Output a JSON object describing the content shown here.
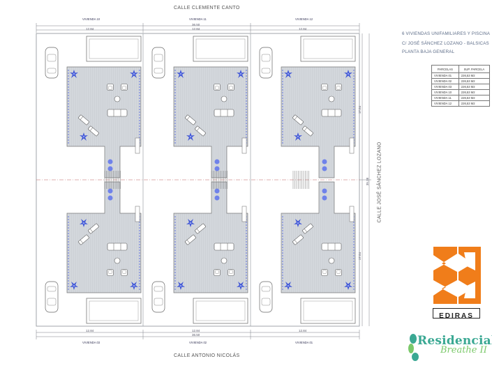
{
  "streets": {
    "top": "CALLE CLEMENTE CANTO",
    "bottom": "CALLE ANTONIO NICOLÁS",
    "right": "CALLE JOSÉ SÁNCHEZ LOZANO"
  },
  "dimensions": {
    "total_width": "36.50",
    "lot_width": "12.84",
    "half_depth": "17.84",
    "total_depth": "35.38"
  },
  "top_labels": [
    "VIVIENDA 10",
    "VIVIENDA 11",
    "VIVIENDA 12"
  ],
  "bottom_labels": [
    "VIVIENDA 03",
    "VIVIENDA 02",
    "VIVIENDA 01"
  ],
  "title_lines": [
    "6 VIVIENDAS UNIFAMILIARES Y PISCINA",
    "C/ JOSÉ SÁNCHEZ LOZANO - BALSICAS",
    "PLANTA BAJA GENERAL"
  ],
  "parcel_table": {
    "headers": [
      "PARCELAS",
      "SUP. PARCELA"
    ],
    "rows": [
      [
        "VIVIENDA 01",
        "226,53 M2"
      ],
      [
        "VIVIENDA 02",
        "226,53 M2"
      ],
      [
        "VIVIENDA 03",
        "226,53 M2"
      ],
      [
        "VIVIENDA 10",
        "226,53 M2"
      ],
      [
        "VIVIENDA 11",
        "226,53 M2"
      ],
      [
        "VIVIENDA 12",
        "226,53 M2"
      ]
    ]
  },
  "logo": {
    "text": "EDIRAS",
    "color": "#f07d1a"
  },
  "brand": {
    "name": "Residencial",
    "tagline": "Breathe II",
    "color": "#3aa893"
  },
  "colors": {
    "floor": "#d3d7dc",
    "plant": "#3f55d6",
    "line": "#8a8f96"
  }
}
